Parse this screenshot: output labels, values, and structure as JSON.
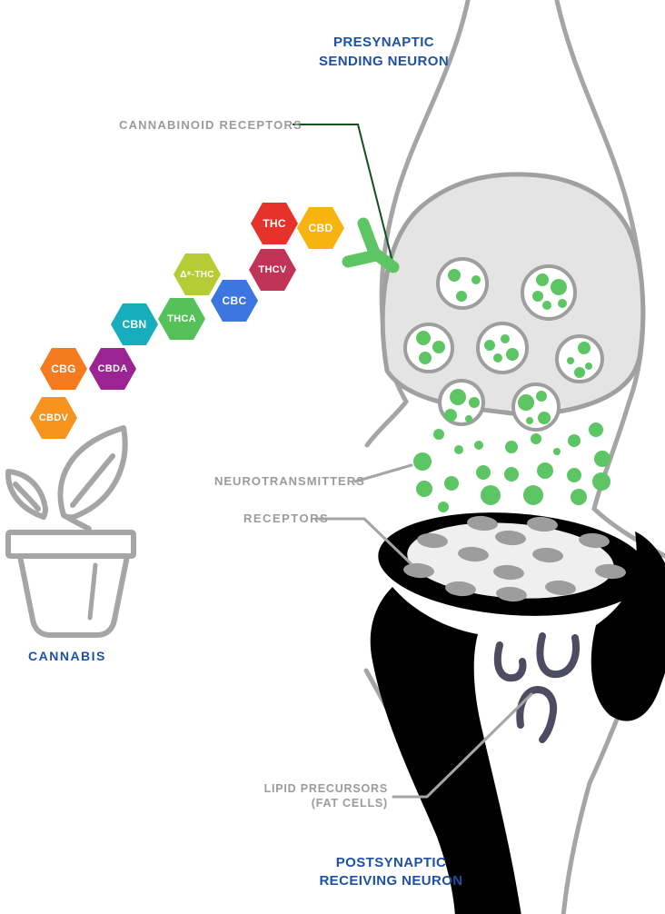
{
  "labels": {
    "presynaptic_line1": "PRESYNAPTIC",
    "presynaptic_line2": "SENDING NEURON",
    "cannabinoid_receptors": "CANNABINOID RECEPTORS",
    "neurotransmitters": "NEUROTRANSMITTERS",
    "receptors": "RECEPTORS",
    "lipid_line1": "LIPID PRECURSORS",
    "lipid_line2": "(FAT CELLS)",
    "postsynaptic_line1": "POSTSYNAPTIC",
    "postsynaptic_line2": "RECEIVING NEURON",
    "cannabis": "CANNABIS"
  },
  "hexagons": [
    {
      "label": "THC",
      "color": "#e6322b"
    },
    {
      "label": "CBD",
      "color": "#f7b30e"
    },
    {
      "label": "THCV",
      "color": "#c23358"
    },
    {
      "label": "Δ⁸-THC",
      "color": "#b5cc34"
    },
    {
      "label": "CBC",
      "color": "#3d76e0"
    },
    {
      "label": "THCA",
      "color": "#55c159"
    },
    {
      "label": "CBN",
      "color": "#16adbc"
    },
    {
      "label": "CBG",
      "color": "#f47b20"
    },
    {
      "label": "CBDA",
      "color": "#9b2492"
    },
    {
      "label": "CBDV",
      "color": "#f7941e"
    }
  ],
  "colors": {
    "label_blue": "#1e51a6",
    "label_gray": "#9b9b9b",
    "green": "#5ec565",
    "pointer_dark_green": "#14501c",
    "outline_gray": "#a5a5a5",
    "terminal_fill": "#e4e4e4",
    "black": "#000000",
    "lipid_purple": "#4e4c63",
    "oval_gray": "#9d9d9d"
  }
}
